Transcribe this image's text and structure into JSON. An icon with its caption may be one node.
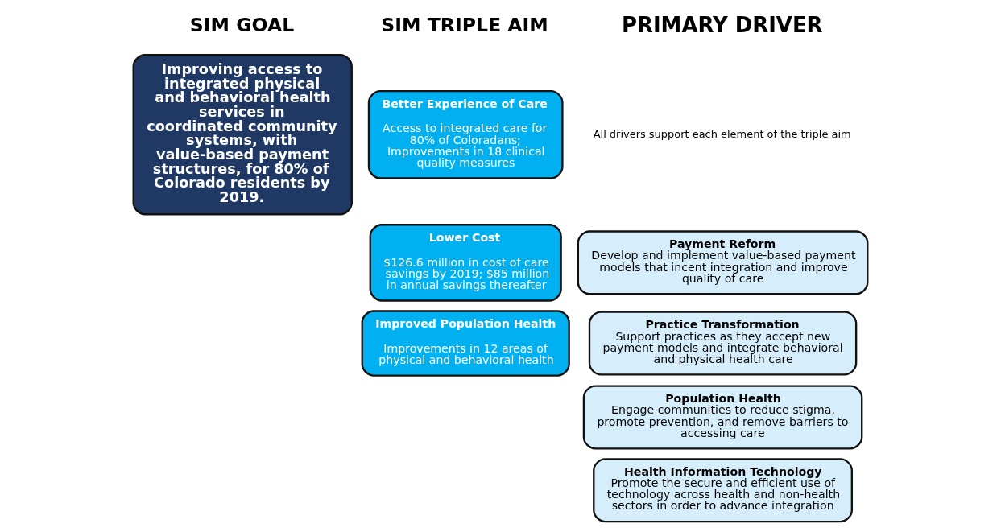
{
  "diagram": {
    "nodes": [
      {
        "text": [
          "Improving access to integrated physical and behavioral health services in coordinated community systems, with value-based payment structures, for 80% of Colorado residents by 2019."
        ]
      },
      {
        "text": [
          "Better Experience of Care",
          "Access to integrated care for 80% of Coloradans; Improvements in 18 clinical quality measures"
        ]
      },
      {
        "text": [
          "Lower Cost",
          "$126.6 million in cost of care savings by 2019; $85 million in annual savings thereafter"
        ]
      },
      {
        "text": [
          "Improved Population Health",
          "Improvements in 12 areas of physical and behavioral health"
        ]
      },
      {
        "text": [
          "Payment Reform",
          "Develop and implement value-based payment models that incent integration and improve quality of care"
        ]
      },
      {
        "text": [
          "Practice Transformation",
          "Support practices as they accept new payment models and integrate behavioral and physical health care"
        ]
      },
      {
        "text": [
          "Population Health",
          "Engage communities to reduce stigma, promote prevention, and remove barriers to accessing care"
        ]
      },
      {
        "text": [
          "Health Information Technology",
          "Promote the secure and efficient use of technology across health and non-health sectors in order to advance integration"
        ]
      }
    ],
    "edges": [],
    "labels": [
      "SIM GOAL",
      "SIM TRIPLE AIM",
      "PRIMARY DRIVER",
      "All drivers support each element of the triple aim"
    ]
  }
}
